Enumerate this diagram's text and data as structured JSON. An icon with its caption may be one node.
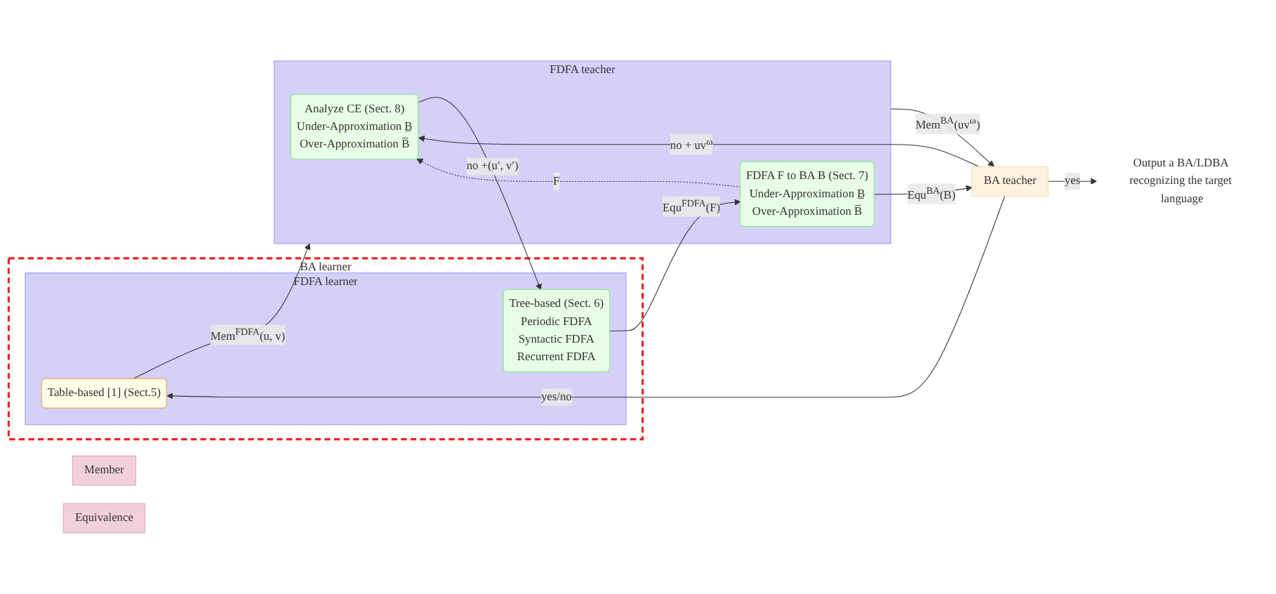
{
  "diagram": {
    "nodes": [
      {
        "text": [
          "BA learner"
        ]
      },
      {
        "text": [
          "FDFA learner"
        ],
        "in": 0
      },
      {
        "text": [
          "Table-based [1] (Sect.5)"
        ],
        "in": 1
      },
      {
        "text": [
          "Tree-based (Sect. 6)",
          "Periodic FDFA",
          "Syntactic FDFA",
          "Recurrent FDFA"
        ],
        "in": 1
      },
      {
        "text": [
          "FDFA teacher"
        ]
      },
      {
        "text": [
          "FDFA F to BA B (Sect. 7)",
          "Under-Approximation B̲",
          "Over-Approximation B̅"
        ],
        "in": 4
      },
      {
        "text": [
          "Analyze CE (Sect. 8)",
          "Under-Approximation B̲",
          "Over-Approximation B̅"
        ],
        "in": 4
      },
      {
        "text": [
          "BA teacher"
        ]
      },
      {
        "text": [
          "Member"
        ]
      },
      {
        "text": [
          "Equivalence"
        ]
      },
      {
        "text": [
          "Output a BA/LDBA recognizing the target language"
        ]
      }
    ],
    "edges": [
      {
        "from": 2,
        "to": 4,
        "arrow": "to",
        "label": "Mem$^{FDFA}$(u, v)"
      },
      {
        "from": 4,
        "to": 7,
        "arrow": "to",
        "label": "Mem$^{BA}$(uv$^{ω}$)"
      },
      {
        "from": 7,
        "to": 2,
        "arrow": "to",
        "label": "yes/no"
      },
      {
        "from": 3,
        "to": 5,
        "arrow": "to",
        "label": "Equ$^{FDFA}$(F)"
      },
      {
        "from": 5,
        "to": 7,
        "arrow": "to",
        "label": "Equ$^{BA}$(B)"
      },
      {
        "from": 5,
        "to": 6,
        "arrow": "to",
        "label": "F",
        "style": "dashed"
      },
      {
        "from": 7,
        "to": 6,
        "arrow": "to",
        "label": "no + uv$^{ω}$"
      },
      {
        "from": 6,
        "to": 3,
        "arrow": "to",
        "label": "no +(u′, v′)"
      },
      {
        "from": 7,
        "to": 10,
        "arrow": "to",
        "label": "yes"
      }
    ]
  }
}
